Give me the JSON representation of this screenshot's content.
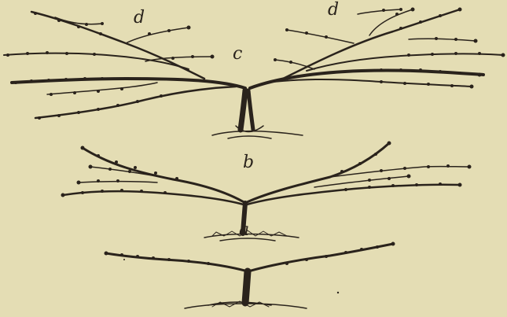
{
  "labels": {
    "d_left": "d",
    "d_right": "d",
    "c": "c",
    "b": "b",
    "a": "a"
  },
  "colors": {
    "background": "#e4ddb4",
    "ink": "#2a231c"
  }
}
